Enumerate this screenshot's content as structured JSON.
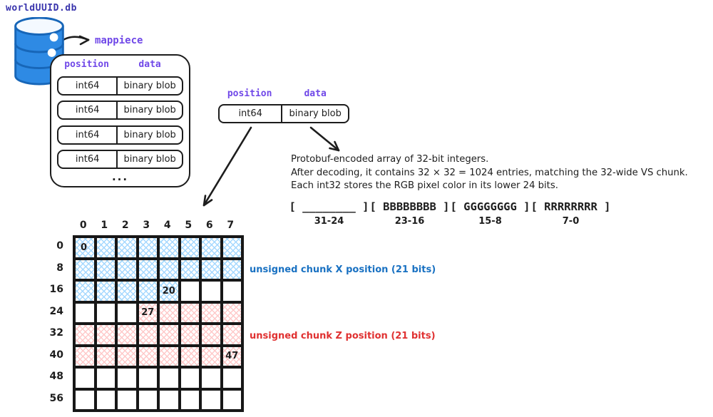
{
  "colors": {
    "ink": "#1d1d1d",
    "purple": "#7048e8",
    "navy": "#3a35ad",
    "blue": "#1971c2",
    "red": "#e03131",
    "hatch_blue": "#a5d8ff",
    "hatch_red": "#ffc9c9",
    "db_fill": "#2e8ae4",
    "db_stroke": "#1766b8"
  },
  "database": {
    "label": "worldUUID.db"
  },
  "mappiece": {
    "title": "mappiece",
    "headers": {
      "position": "position",
      "data": "data"
    },
    "rows": [
      {
        "position": "int64",
        "data": "binary blob"
      },
      {
        "position": "int64",
        "data": "binary blob"
      },
      {
        "position": "int64",
        "data": "binary blob"
      },
      {
        "position": "int64",
        "data": "binary blob"
      }
    ],
    "ellipsis": "..."
  },
  "record": {
    "headers": {
      "position": "position",
      "data": "data"
    },
    "position_type": "int64",
    "data_type": "binary blob"
  },
  "protobuf_note": {
    "lines": [
      "Protobuf-encoded array of 32-bit integers.",
      "After decoding, it contains 32 × 32 = 1024 entries, matching the 32-wide VS chunk.",
      "Each int32 stores the RGB pixel color in its lower 24 bits."
    ]
  },
  "bit_layout": {
    "segments": [
      {
        "field": "[ ________ ]",
        "bits": "31-24"
      },
      {
        "field": "[ BBBBBBBB ]",
        "bits": "23-16"
      },
      {
        "field": "[ GGGGGGGG ]",
        "bits": "15-8"
      },
      {
        "field": "[ RRRRRRRR ]",
        "bits": "7-0"
      }
    ]
  },
  "bit_grid": {
    "col_labels": [
      "0",
      "1",
      "2",
      "3",
      "4",
      "5",
      "6",
      "7"
    ],
    "row_labels": [
      "0",
      "8",
      "16",
      "24",
      "32",
      "40",
      "48",
      "56"
    ],
    "x_field_bits": [
      0,
      20
    ],
    "z_field_bits": [
      27,
      47
    ],
    "cell_labels": {
      "0": "0",
      "20": "20",
      "27": "27",
      "47": "47"
    },
    "x_label": "unsigned chunk X position (21 bits)",
    "z_label": "unsigned chunk Z position (21 bits)"
  }
}
